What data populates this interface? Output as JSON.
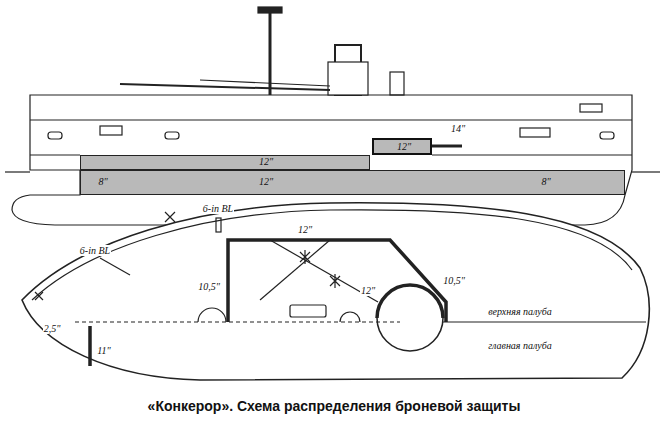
{
  "diagram": {
    "caption": "«Конкерор». Схема распределения броневой защиты",
    "nodes": [
      {
        "text": [
          "12\""
        ]
      },
      {
        "text": [
          "8\"",
          "12\"",
          "8\""
        ]
      },
      {
        "text": [
          "12\""
        ]
      }
    ],
    "labels": [
      "14\"",
      "6-in BL",
      "6-in BL",
      "12\"",
      "10,5\"",
      "12\"",
      "10,5\"",
      "верхняя палуба",
      "главная палуба",
      "2,5\"",
      "11\""
    ]
  }
}
